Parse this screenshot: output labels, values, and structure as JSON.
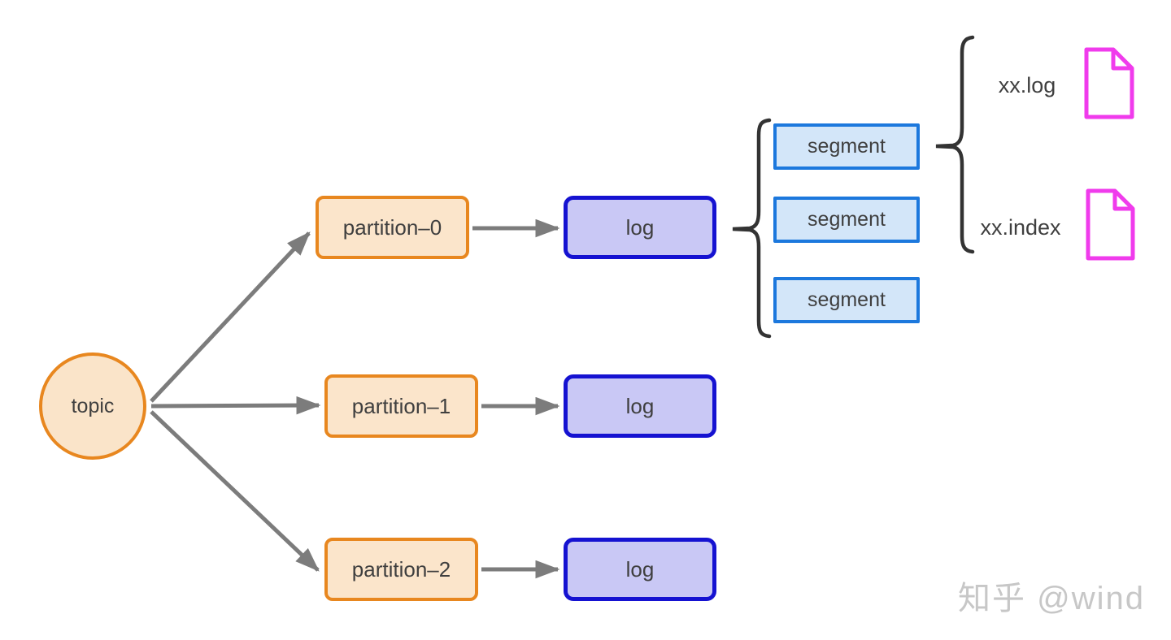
{
  "nodes": {
    "topic": "topic",
    "partitions": [
      "partition–0",
      "partition–1",
      "partition–2"
    ],
    "logs": [
      "log",
      "log",
      "log"
    ],
    "segments": [
      "segment",
      "segment",
      "segment"
    ],
    "files": [
      "xx.log",
      "xx.index"
    ]
  },
  "icons": {
    "file_log": "document-icon",
    "file_index": "document-icon"
  },
  "colors": {
    "orange_border": "#e8871f",
    "orange_fill": "#fbe5cb",
    "log_border": "#1512d1",
    "log_fill": "#c9c8f5",
    "segment_border": "#1c78dd",
    "segment_fill": "#d3e6f9",
    "arrow_gray": "#7c7c7c",
    "brace_dark": "#333333",
    "file_magenta": "#f03bec",
    "text": "#3f3f3f",
    "watermark_gray": "#c7c7c7"
  },
  "watermark": {
    "text": "知乎 @wind"
  }
}
